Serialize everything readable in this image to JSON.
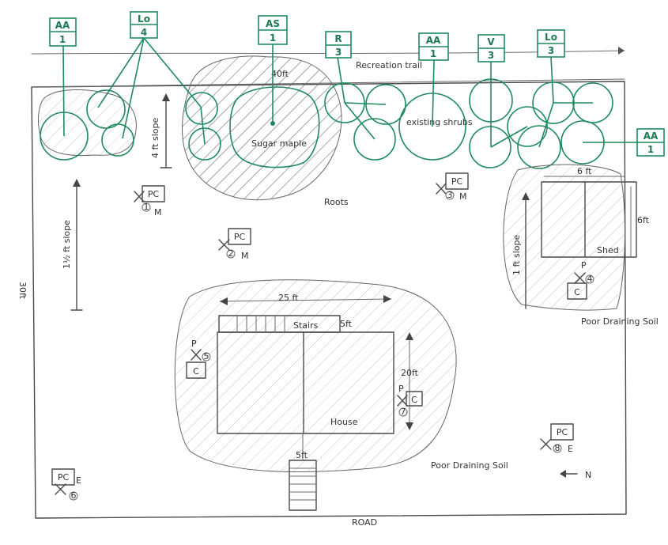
{
  "labels": {
    "top_line": "Recreation trail",
    "forty_ft": "40ft",
    "sugar_maple": "Sugar maple",
    "roots": "Roots",
    "existing_shrubs": "existing shrubs",
    "slope_4ft": "4 ft slope",
    "slope_1_5ft": "1½ ft slope",
    "slope_1ft": "1 ft slope",
    "thirty_ft": "30ft",
    "twenty_five_ft": "25 ft",
    "stairs": "Stairs",
    "five_ft_top": "5ft",
    "five_ft_bottom": "5ft",
    "twenty_ft": "20ft",
    "house": "House",
    "shed": "Shed",
    "six_ft_top": "6 ft",
    "six_ft_side": "6ft",
    "poor_drain_1": "Poor Draining Soil",
    "poor_drain_2": "Poor Draining Soil",
    "road": "ROAD",
    "north": "N"
  },
  "plant_tags": [
    {
      "code": "AA",
      "qty": "1"
    },
    {
      "code": "Lo",
      "qty": "4"
    },
    {
      "code": "AS",
      "qty": "1"
    },
    {
      "code": "R",
      "qty": "3"
    },
    {
      "code": "AA",
      "qty": "1"
    },
    {
      "code": "V",
      "qty": "3"
    },
    {
      "code": "Lo",
      "qty": "3"
    },
    {
      "code": "AA",
      "qty": "1"
    }
  ],
  "sample_points": [
    {
      "box": "PC",
      "num": "1",
      "suffix": "M"
    },
    {
      "box": "PC",
      "num": "2",
      "suffix": "M"
    },
    {
      "box": "PC",
      "num": "3",
      "suffix": "M"
    },
    {
      "box": "C",
      "num": "4",
      "suffix": "P"
    },
    {
      "box": "C",
      "num": "5",
      "suffix": "P"
    },
    {
      "box": "PC",
      "num": "6",
      "suffix": "E"
    },
    {
      "box": "C",
      "num": "7",
      "suffix": "P"
    },
    {
      "box": "PC",
      "num": "8",
      "suffix": "E"
    }
  ]
}
